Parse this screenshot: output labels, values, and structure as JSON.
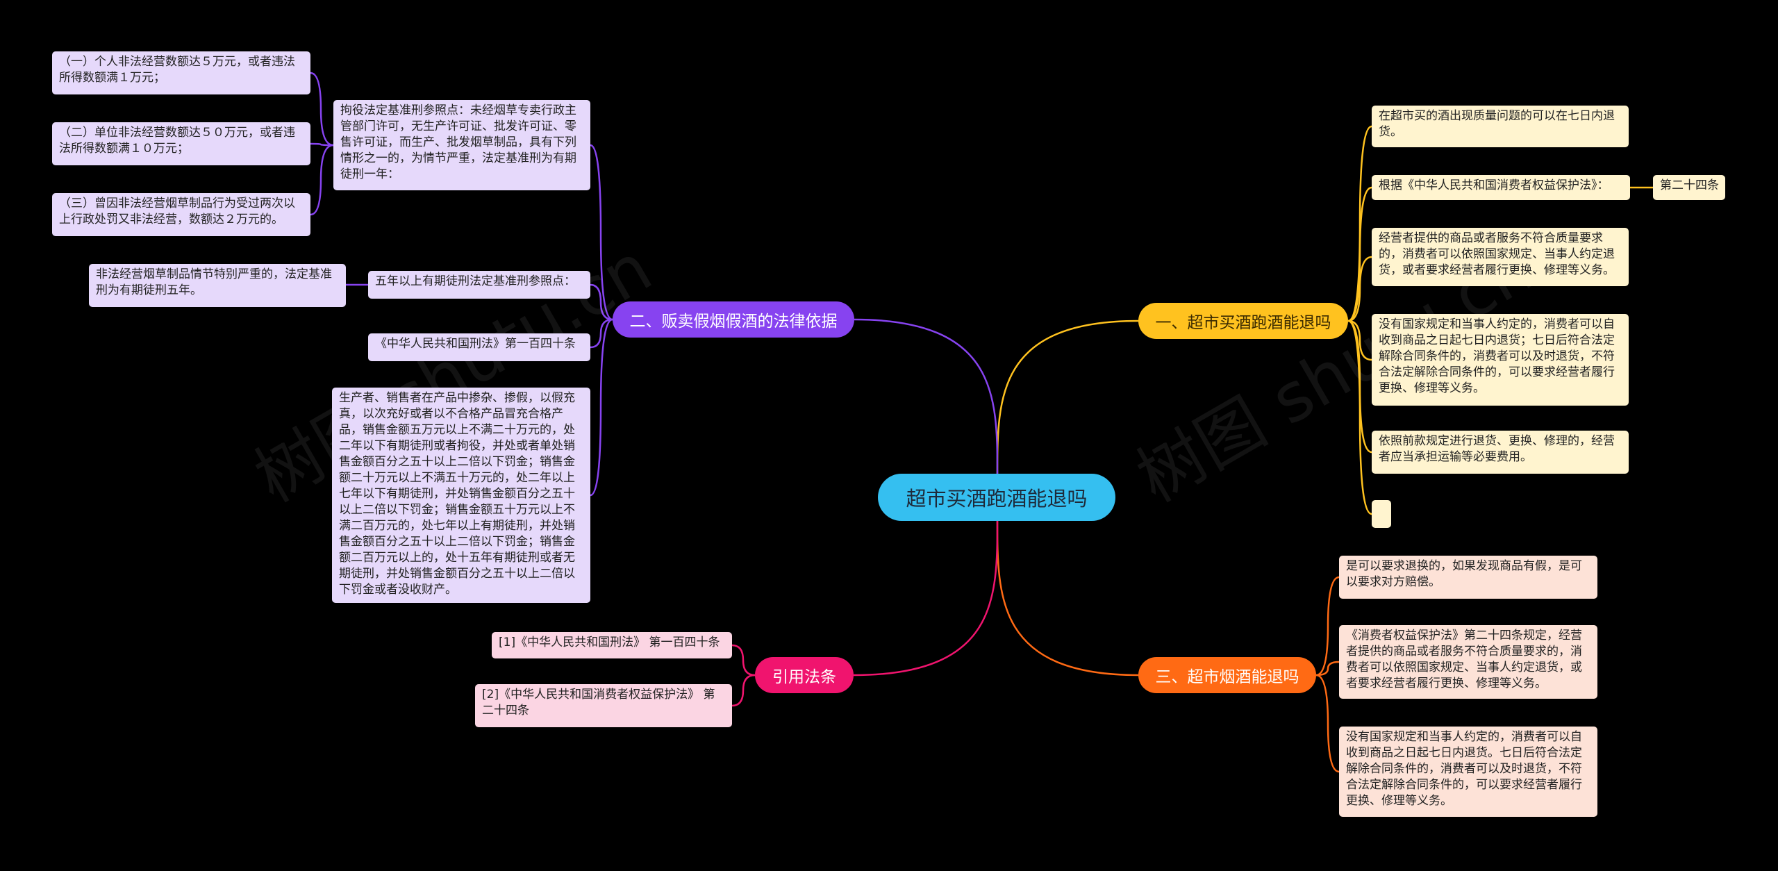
{
  "root": {
    "label": "超市买酒跑酒能退吗"
  },
  "branches": {
    "b1": {
      "label": "一、超市买酒跑酒能退吗",
      "color": "#ffc21f"
    },
    "b2": {
      "label": "二、贩卖假烟假酒的法律依据",
      "color": "#8743f0"
    },
    "b3": {
      "label": "三、超市烟酒能退吗",
      "color": "#ff6a14"
    },
    "b4": {
      "label": "引用法条",
      "color": "#f0146e"
    }
  },
  "b1_items": {
    "i1": "在超市买的酒出现质量问题的可以在七日内退货。",
    "i2": "根据《中华人民共和国消费者权益保护法》：",
    "i2_child": "第二十四条",
    "i3": "经营者提供的商品或者服务不符合质量要求的，消费者可以依照国家规定、当事人约定退货，或者要求经营者履行更换、修理等义务。",
    "i4": "没有国家规定和当事人约定的，消费者可以自收到商品之日起七日内退货；七日后符合法定解除合同条件的，消费者可以及时退货，不符合法定解除合同条件的，可以要求经营者履行更换、修理等义务。",
    "i5": "依照前款规定进行退货、更换、修理的，经营者应当承担运输等必要费用。",
    "i6": ""
  },
  "b2_items": {
    "i1": "拘役法定基准刑参照点：未经烟草专卖行政主管部门许可，无生产许可证、批发许可证、零售许可证，而生产、批发烟草制品，具有下列情形之一的，为情节严重，法定基准刑为有期徒刑一年：",
    "i1_c1": "（一）个人非法经营数额达５万元，或者违法所得数额满１万元；",
    "i1_c2": "（二）单位非法经营数额达５０万元，或者违法所得数额满１０万元；",
    "i1_c3": "（三）曾因非法经营烟草制品行为受过两次以上行政处罚又非法经营，数额达２万元的。",
    "i2": "五年以上有期徒刑法定基准刑参照点：",
    "i2_c1": "非法经营烟草制品情节特别严重的，法定基准刑为有期徒刑五年。",
    "i3": "《中华人民共和国刑法》第一百四十条",
    "i4": "生产者、销售者在产品中掺杂、掺假，以假充真，以次充好或者以不合格产品冒充合格产品，销售金额五万元以上不满二十万元的，处二年以下有期徒刑或者拘役，并处或者单处销售金额百分之五十以上二倍以下罚金；销售金额二十万元以上不满五十万元的，处二年以上七年以下有期徒刑，并处销售金额百分之五十以上二倍以下罚金；销售金额五十万元以上不满二百万元的，处七年以上有期徒刑，并处销售金额百分之五十以上二倍以下罚金；销售金额二百万元以上的，处十五年有期徒刑或者无期徒刑，并处销售金额百分之五十以上二倍以下罚金或者没收财产。"
  },
  "b3_items": {
    "i1": "是可以要求退换的，如果发现商品有假，是可以要求对方赔偿。",
    "i2": "《消费者权益保护法》第二十四条规定，经营者提供的商品或者服务不符合质量要求的，消费者可以依照国家规定、当事人约定退货，或者要求经营者履行更换、修理等义务。",
    "i3": "没有国家规定和当事人约定的，消费者可以自收到商品之日起七日内退货。七日后符合法定解除合同条件的，消费者可以及时退货，不符合法定解除合同条件的，可以要求经营者履行更换、修理等义务。"
  },
  "b4_items": {
    "i1": "[1]《中华人民共和国刑法》 第一百四十条",
    "i2": "[2]《中华人民共和国消费者权益保护法》 第二十四条"
  },
  "watermark": "树图 shutu.cn"
}
